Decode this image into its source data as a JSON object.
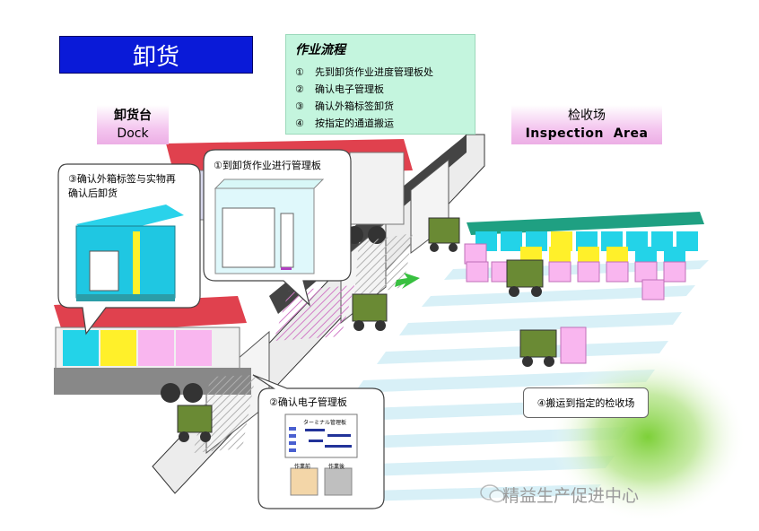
{
  "title": "卸货",
  "workflow": {
    "heading": "作业流程",
    "steps": [
      {
        "num": "①",
        "text": "先到卸货作业进度管理板处"
      },
      {
        "num": "②",
        "text": "确认电子管理板"
      },
      {
        "num": "③",
        "text": "确认外箱标签卸货"
      },
      {
        "num": "④",
        "text": "按指定的通道搬运"
      }
    ]
  },
  "dock": {
    "label_cn": "卸货台",
    "label_en": "Dock"
  },
  "inspection": {
    "label_cn": "检收场",
    "label_en": "Inspection  Area"
  },
  "callouts": {
    "step1": "①到卸货作业进行管理板",
    "step2": "②确认电子管理板",
    "step3_line1": "③确认外箱标签与实物再",
    "step3_line2": "确认后卸货",
    "step4": "④搬运到指定的检收场"
  },
  "e_board": {
    "title": "ターミナル管理板",
    "btn_left": "作業前",
    "btn_right": "作業後"
  },
  "watermark": "精益生产促进中心",
  "colors": {
    "title_bg": "#0a1ad8",
    "flow_bg": "#c4f5de",
    "label_pink": "#ecaee5",
    "truck_red": "#e0414e",
    "box_cyan": "#23d3e8",
    "box_yellow": "#fff02a",
    "box_pink": "#f9b6ef",
    "forklift_green": "#6a8a34",
    "green_glow": "#7dd038"
  },
  "icons": [
    "forklift-icon",
    "truck-icon",
    "pallet-icon",
    "wechat-icon"
  ]
}
